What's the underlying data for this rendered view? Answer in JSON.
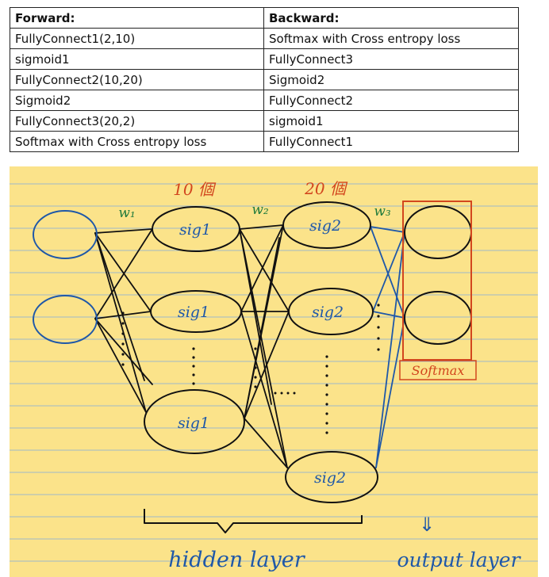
{
  "table": {
    "headers": {
      "forward": "Forward:",
      "backward": "Backward:"
    },
    "rows": [
      {
        "forward": "FullyConnect1(2,10)",
        "backward": "Softmax with Cross entropy loss"
      },
      {
        "forward": "sigmoid1",
        "backward": "FullyConnect3"
      },
      {
        "forward": "FullyConnect2(10,20)",
        "backward": "Sigmoid2"
      },
      {
        "forward": "Sigmoid2",
        "backward": "FullyConnect2"
      },
      {
        "forward": "FullyConnect3(20,2)",
        "backward": "sigmoid1"
      },
      {
        "forward": "Softmax with Cross entropy loss",
        "backward": "FullyConnect1"
      }
    ]
  },
  "diagram": {
    "layer1_count": "10 個",
    "layer2_count": "20 個",
    "weights": {
      "w1": "w₁",
      "w2": "w₂",
      "w3": "w₃"
    },
    "node_labels": {
      "sig1": "sig1",
      "sig2": "sig2"
    },
    "softmax_label": "Softmax",
    "arrow_symbol": "⇓",
    "hidden_layer_label": "hidden layer",
    "output_layer_label": "output layer",
    "colors": {
      "paper": "#fbe38a",
      "rule_line": "#9fb8c8",
      "ink_black": "#111111",
      "ink_blue": "#1f58a8",
      "ink_red": "#d2461e"
    }
  }
}
